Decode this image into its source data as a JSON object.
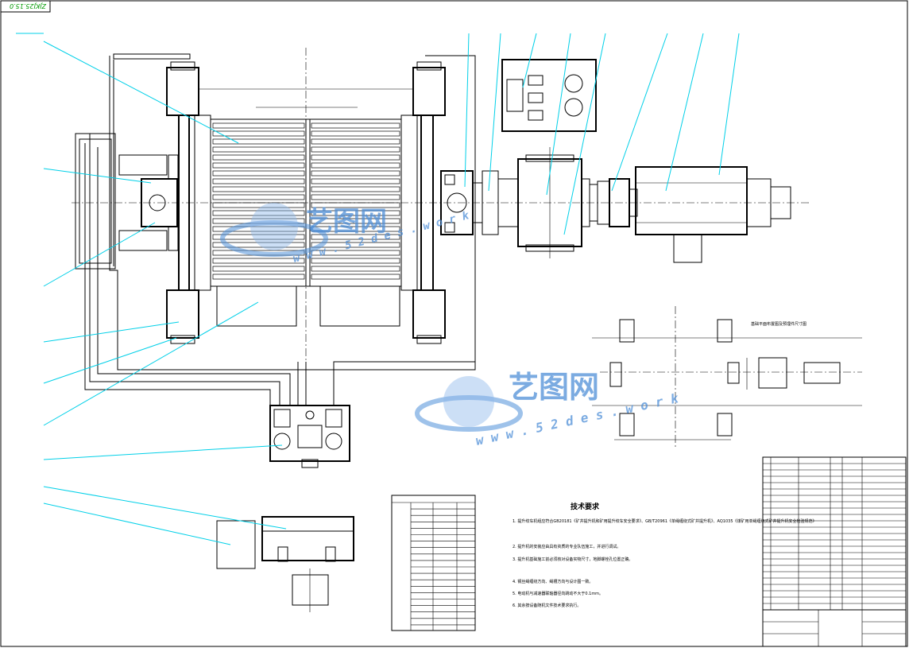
{
  "drawing": {
    "drawing_number": "ZJKJ25.15.0"
  },
  "tech_requirements": {
    "title": "技术要求",
    "items": [
      "1. 提升绞车机组应符合GB20181《矿井提升机和矿用提升绞车安全要求》、GB/T20961《单绳缠绕式矿井提升机》、AQ1035《煤矿用单绳缠绕式矿井提升机安全检验规范》",
      "2. 提升机的安装应由具有资质的专业队伍施工，并进行调试。",
      "3. 提升机基础施工前必须核对设备实物尺寸，地脚螺栓孔位置正确。",
      "4. 钢丝绳缠绕方向、绳槽方向与设计图一致。",
      "5. 电动机与减速器联轴器径向跳动不大于0.1mm。",
      "6. 其余按设备随机文件技术要求执行。"
    ]
  },
  "plan_title": "基础平面布置图及预埋件尺寸图",
  "watermarks": [
    {
      "brand": "艺图网",
      "url": "w w w . 5 2 d e s . w o r k"
    },
    {
      "brand": "艺图网",
      "url": "w w w . 5 2 d e s . w o r k"
    }
  ],
  "icons": {
    "logo_globe": "globe-logo-icon"
  },
  "colors": {
    "leader": "#00d0e8",
    "frame": "#00cc00",
    "watermark": "#4f8fd8"
  }
}
